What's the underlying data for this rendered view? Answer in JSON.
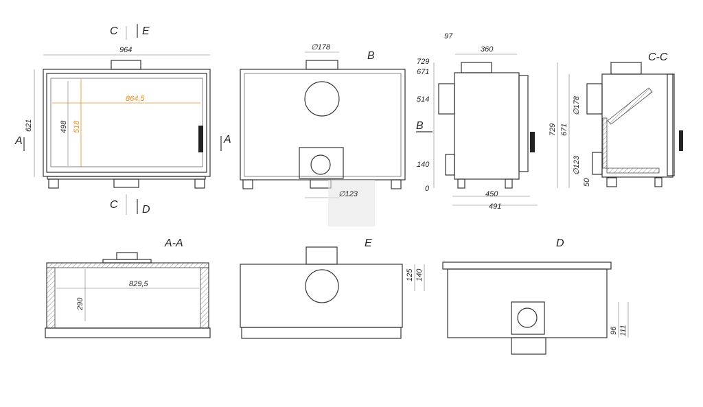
{
  "front_view": {
    "section_c_top": "C",
    "section_e": "E",
    "width": "964",
    "height": "621",
    "inner_height": "498",
    "glass_height": "518",
    "glass_width": "864,5",
    "section_a_left": "A",
    "section_a_right": "A",
    "section_c_bottom": "C",
    "section_d": "D"
  },
  "rear_view": {
    "title": "B",
    "flue_diameter": "∅178",
    "air_inlet_diameter": "∅123"
  },
  "side_view": {
    "dim_97": "97",
    "dim_360": "360",
    "dim_729": "729",
    "dim_671": "671",
    "dim_514": "514",
    "arrow_b": "B",
    "dim_140": "140",
    "dim_0": "0",
    "dim_450": "450",
    "dim_491": "491"
  },
  "section_cc": {
    "title": "C-C",
    "dim_729": "729",
    "dim_671": "671",
    "flue_diameter": "∅178",
    "air_diameter": "∅123",
    "dim_50": "50"
  },
  "section_aa": {
    "title": "A-A",
    "width": "829,5",
    "height": "290"
  },
  "view_e": {
    "title": "E",
    "dim_125": "125",
    "dim_140": "140"
  },
  "view_d": {
    "title": "D",
    "dim_96": "96",
    "dim_111": "111"
  },
  "colors": {
    "accent": "#f08a1c"
  }
}
